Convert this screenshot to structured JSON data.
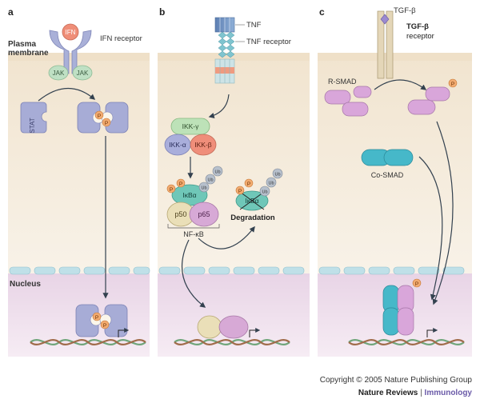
{
  "panels": {
    "a": {
      "letter": "a",
      "membrane_label_line1": "Plasma",
      "membrane_label_line2": "membrane",
      "nucleus_label": "Nucleus",
      "ifn": "IFN",
      "receptor_label": "IFN receptor",
      "jak": "JAK",
      "stat": "STAT",
      "phospho": "P"
    },
    "b": {
      "letter": "b",
      "tnf": "TNF",
      "receptor_label": "TNF receptor",
      "ikk_gamma": "IKK-γ",
      "ikk_alpha": "IKK-α",
      "ikk_beta": "IKK-β",
      "ikba": "IκBα",
      "ub": "Ub",
      "p50": "p50",
      "p65": "p65",
      "nfkb": "NF-κB",
      "degradation": "Degradation",
      "phospho": "P"
    },
    "c": {
      "letter": "c",
      "tgf_beta": "TGF-β",
      "receptor_line1": "TGF-β",
      "receptor_line2": "receptor",
      "r_smad": "R-SMAD",
      "co_smad": "Co-SMAD",
      "phospho": "P"
    }
  },
  "footer": {
    "copyright": "Copyright © 2005 Nature Publishing Group",
    "journal_left": "Nature Reviews",
    "separator": "|",
    "journal_right": "Immunology"
  },
  "colors": {
    "cytoplasm": "#f3ead9",
    "nucleoplasm": "#e6d4e4",
    "membrane": "#efe2cc",
    "nuclear_envelope": "#b8dde6",
    "stat": "#a7acd6",
    "jak": "#bfe0c4",
    "ifn": "#ef8e78",
    "phospho": "#f2ab70",
    "ikk_gamma": "#bde2b8",
    "ikk_alpha": "#a9aedb",
    "ikk_beta": "#ef8e7a",
    "ikba": "#6fc7b8",
    "p50": "#eadfb8",
    "p65": "#d7a9d6",
    "ub": "#b7c0cc",
    "r_smad": "#d9a6da",
    "co_smad": "#46b8c9",
    "tgf_receptor": "#e4d6b8"
  }
}
